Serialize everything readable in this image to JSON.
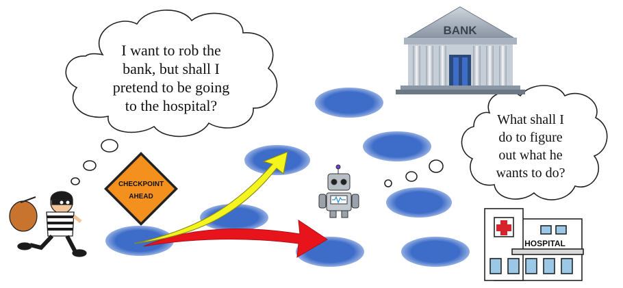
{
  "thought_bubbles": {
    "thief": "I want to rob the\nbank, but shall I\npretend to be going\nto the hospital?",
    "robot": "What shall I\ndo to figure\nout what he\nwants to do?"
  },
  "sign": {
    "line1": "CHECKPOINT",
    "line2": "AHEAD"
  },
  "bank_label": "BANK",
  "hospital_label": "HOSPITAL",
  "colors": {
    "spot_blue": "#3d6cc9",
    "arrow_yellow": "#f4f41e",
    "arrow_red": "#e8141c",
    "sign_orange": "#f4911e",
    "hospital_cross": "#d6232a"
  },
  "icons": [
    "thief-icon",
    "robot-icon",
    "bank-icon",
    "hospital-icon",
    "checkpoint-sign-icon"
  ]
}
